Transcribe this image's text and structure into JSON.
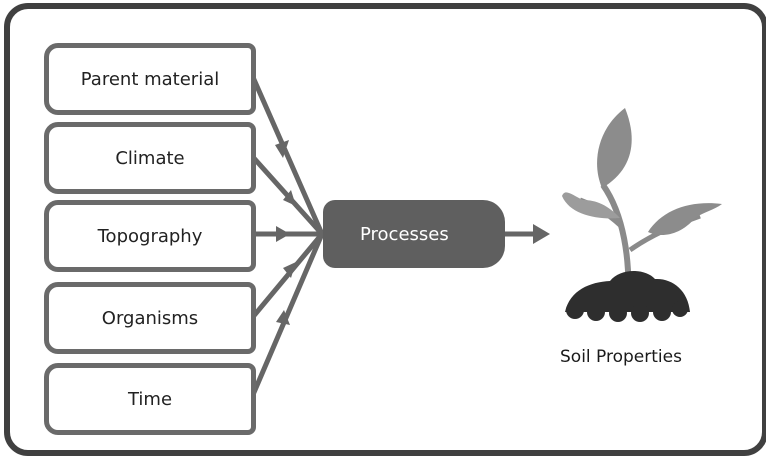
{
  "factors": [
    {
      "label": "Parent material"
    },
    {
      "label": "Climate"
    },
    {
      "label": "Topography"
    },
    {
      "label": "Organisms"
    },
    {
      "label": "Time"
    }
  ],
  "process": {
    "label": "Processes"
  },
  "result": {
    "label": "Soil Properties"
  },
  "colors": {
    "frame": "#404040",
    "box_border": "#6a6a6a",
    "arrow": "#666666",
    "process_fill": "#5f5f5f",
    "leaf": "#8c8c8c",
    "soil": "#2e2e2e"
  },
  "icons": {
    "result_icon": "plant-in-soil-icon"
  }
}
